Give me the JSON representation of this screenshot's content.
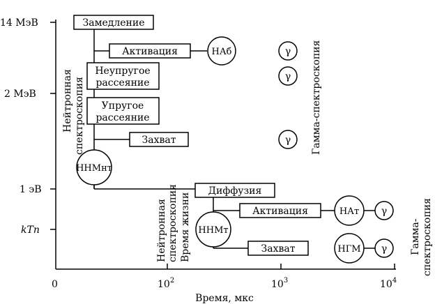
{
  "axes": {
    "x_label": "Время, мкс",
    "x_ticks": [
      {
        "base": "0",
        "exp": ""
      },
      {
        "base": "10",
        "exp": "2"
      },
      {
        "base": "10",
        "exp": "3"
      },
      {
        "base": "10",
        "exp": "4"
      }
    ],
    "y_ticks": [
      "14 МэВ",
      "2 МэВ",
      "1 эВ",
      "kTп"
    ]
  },
  "vertical_labels": {
    "neutron_spectroscopy_1": "Нейтронная",
    "neutron_spectroscopy_2": "спектроскопия",
    "gamma_spectroscopy": "Гамма-спектроскопия",
    "neutron_spectroscopy_lower_1": "Нейтронная",
    "neutron_spectroscopy_lower_2": "спектроскопия",
    "lifetime": "Время жизни",
    "gamma_lower_1": "Гамма-",
    "gamma_lower_2": "спектроскопия"
  },
  "boxes": {
    "slowing": "Замедление",
    "activation_1": "Активация",
    "inelastic_1": "Неупругое",
    "inelastic_2": "рассеяние",
    "elastic_1": "Упругое",
    "elastic_2": "рассеяние",
    "capture_1": "Захват",
    "diffusion": "Диффузия",
    "activation_2": "Активация",
    "capture_2": "Захват"
  },
  "circles": {
    "nab": "НАб",
    "gamma": "γ",
    "nnm_nt": "ННМнт",
    "nnm_t": "ННМт",
    "nat": "НАт",
    "ngm": "НГМ"
  }
}
